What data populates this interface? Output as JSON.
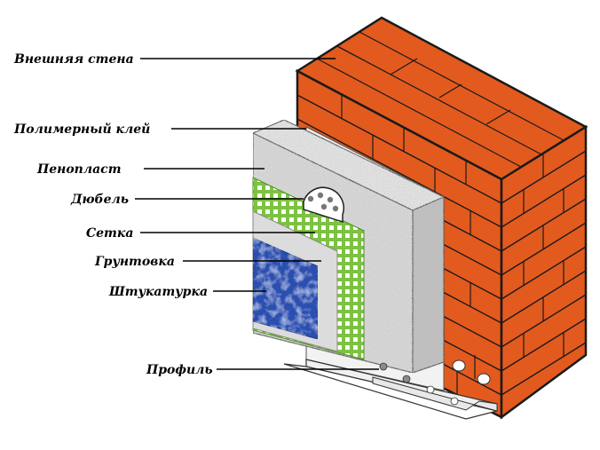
{
  "labels": {
    "outer_wall": "Внешняя стена",
    "polymer_glue": "Полимерный клей",
    "foam": "Пенопласт",
    "dowel": "Дюбель",
    "mesh": "Сетка",
    "primer": "Грунтовка",
    "plaster": "Штукатурка",
    "profile": "Профиль"
  },
  "colors": {
    "brick": "#e35a1e",
    "mortar": "#1a1a1a",
    "foam": "#d9d9d9",
    "mesh": "#7dc242",
    "primer": "#dcdcdc",
    "plaster": "#2a4fb0",
    "glue": "#f2f2f2"
  }
}
